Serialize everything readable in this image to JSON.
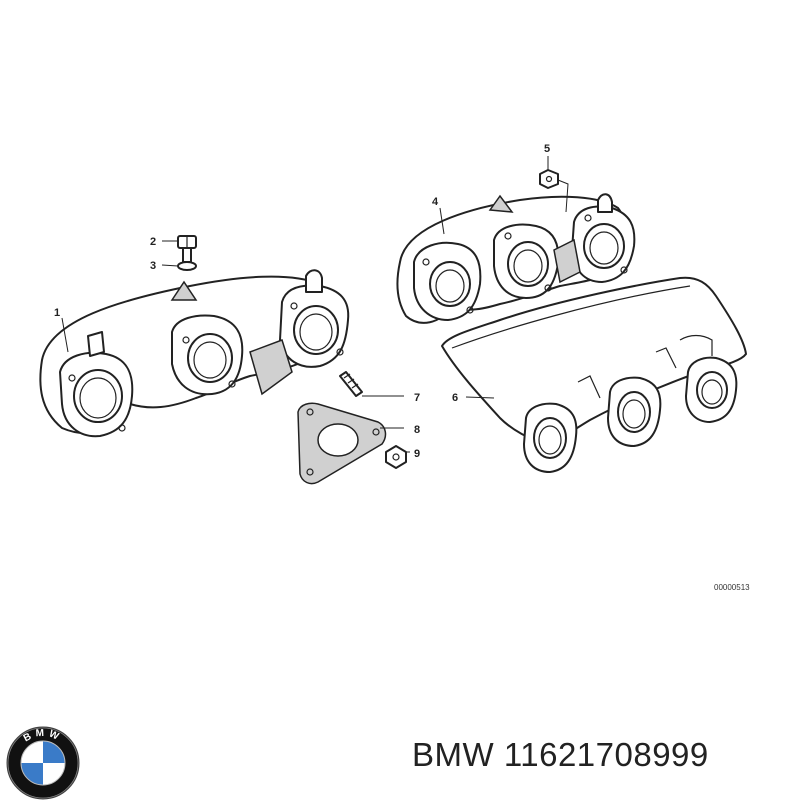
{
  "diagram": {
    "callouts": [
      "1",
      "2",
      "3",
      "4",
      "5",
      "6",
      "7",
      "8",
      "9"
    ],
    "drawing_code": "00000513"
  },
  "brand": {
    "name": "BMW",
    "part_number": "11621708999",
    "logo_text": "BMW",
    "colors": {
      "blue": "#3a7bc8",
      "black": "#111111",
      "white": "#ffffff"
    }
  }
}
